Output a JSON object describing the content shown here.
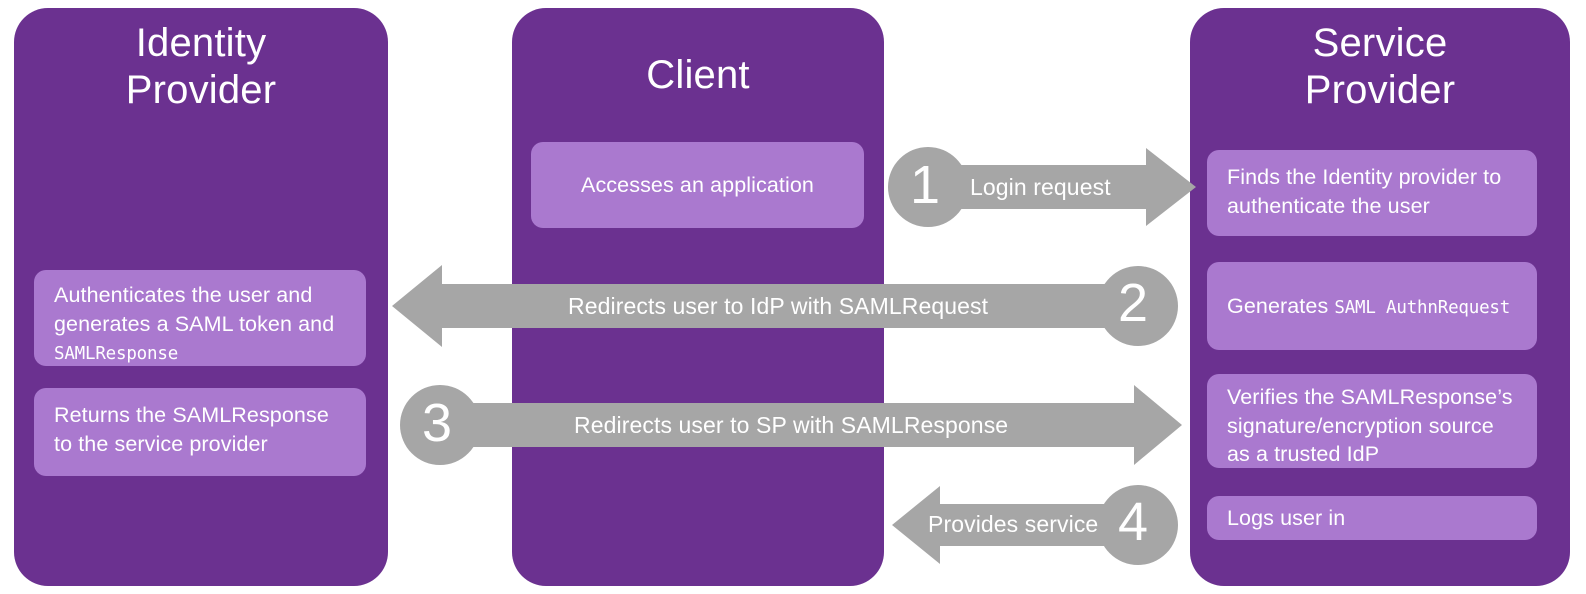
{
  "theme": {
    "panel_color": "#6B3190",
    "box_color": "#AA79CF",
    "arrow_color": "#A6A6A6",
    "text_color": "#FFFFFF",
    "background": "#FFFFFF"
  },
  "columns": [
    {
      "id": "identity-provider",
      "title_line1": "Identity",
      "title_line2": "Provider",
      "boxes": [
        {
          "text_main": "Authenticates the user and generates a SAML token and ",
          "text_mono": "SAMLResponse"
        },
        {
          "text_main": "Returns the SAMLResponse to the service provider",
          "text_mono": ""
        }
      ]
    },
    {
      "id": "client",
      "title_line1": "Client",
      "title_line2": "",
      "boxes": [
        {
          "text_main": "Accesses an application",
          "text_mono": ""
        }
      ]
    },
    {
      "id": "service-provider",
      "title_line1": "Service",
      "title_line2": "Provider",
      "boxes": [
        {
          "text_main": "Finds the Identity provider to authenticate the user",
          "text_mono": ""
        },
        {
          "text_main": "Generates ",
          "text_mono": "SAML AuthnRequest"
        },
        {
          "text_main": "Verifies the SAMLResponse’s signature/encryption source as a trusted IdP",
          "text_mono": ""
        },
        {
          "text_main": "Logs user in",
          "text_mono": ""
        }
      ]
    }
  ],
  "arrows": [
    {
      "step": "1",
      "label": "Login request",
      "direction": "right",
      "circle_side": "left",
      "from": "client",
      "to": "service-provider"
    },
    {
      "step": "2",
      "label": "Redirects user to IdP with SAMLRequest",
      "direction": "left",
      "circle_side": "right",
      "from": "service-provider",
      "to": "identity-provider"
    },
    {
      "step": "3",
      "label": "Redirects user to SP with SAMLResponse",
      "direction": "right",
      "circle_side": "left",
      "from": "identity-provider",
      "to": "service-provider"
    },
    {
      "step": "4",
      "label": "Provides service",
      "direction": "left",
      "circle_side": "right",
      "from": "service-provider",
      "to": "client"
    }
  ]
}
